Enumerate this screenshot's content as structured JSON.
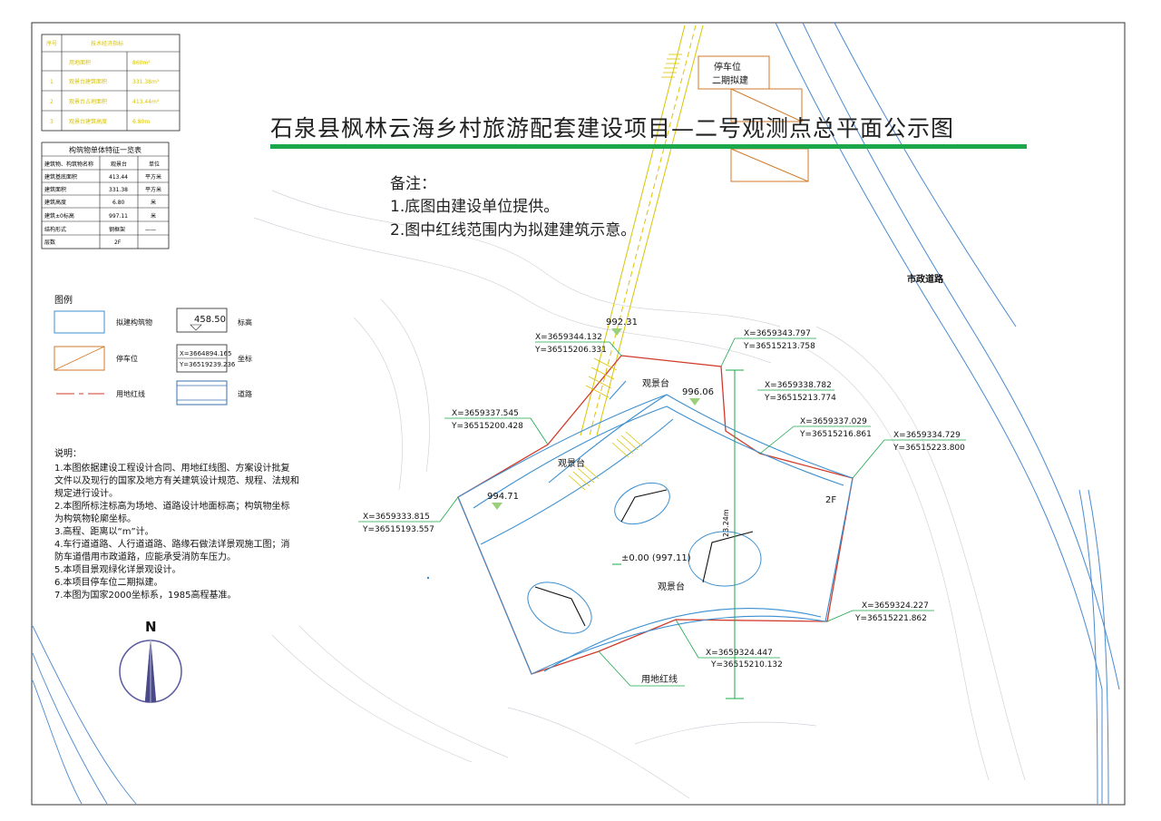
{
  "title": "石泉县枫林云海乡村旅游配套建设项目—二号观测点总平面公示图",
  "remarks": {
    "heading": "备注：",
    "items": [
      "1.底图由建设单位提供。",
      "2.图中红线范围内为拟建建筑示意。"
    ]
  },
  "tech_table": {
    "headers": [
      "序号",
      "技术经济指标"
    ],
    "rows": [
      [
        "",
        "用地面积",
        "860m²"
      ],
      [
        "1",
        "观景台建筑面积",
        "331.38m²"
      ],
      [
        "2",
        "观景台占地面积",
        "413.44m²"
      ],
      [
        "3",
        "观景台建筑高度",
        "6.80m"
      ]
    ]
  },
  "building_table": {
    "title": "构筑物单体特征一览表",
    "headers": [
      "建筑物、构筑物名称",
      "观景台",
      "单位"
    ],
    "rows": [
      [
        "建筑基底面积",
        "413.44",
        "平方米"
      ],
      [
        "建筑面积",
        "331.38",
        "平方米"
      ],
      [
        "建筑高度",
        "6.80",
        "米"
      ],
      [
        "建筑±0标高",
        "997.11",
        "米"
      ],
      [
        "结构形式",
        "钢框架",
        "——"
      ],
      [
        "层数",
        "2F",
        ""
      ]
    ]
  },
  "legend": {
    "title": "图例",
    "items": [
      {
        "label": "拟建构筑物"
      },
      {
        "label": "标高",
        "sample": "458.50"
      },
      {
        "label": "停车位"
      },
      {
        "label": "坐标",
        "sample_x": "X=3664894.165",
        "sample_y": "Y=36519239.236"
      },
      {
        "label": "用地红线"
      },
      {
        "label": "道路"
      }
    ]
  },
  "notes": {
    "heading": "说明：",
    "lines": [
      "1.本图依据建设工程设计合同、用地红线图、方案设计批复",
      "文件以及现行的国家及地方有关建筑设计规范、规程、法规和",
      "规定进行设计。",
      "2.本图所标注标高为场地、道路设计地面标高；构筑物坐标",
      "为构筑物轮廓坐标。",
      "3.高程、距离以“m”计。",
      "4.车行道道路、人行道道路、路缘石做法详景观施工图；消",
      "防车道借用市政道路，应能承受消防车压力。",
      "5.本项目景观绿化详景观设计。",
      "6.本项目停车位二期拟建。",
      "7.本图为国家2000坐标系，1985高程基准。"
    ]
  },
  "north": "N",
  "parking": {
    "line1": "停车位",
    "line2": "二期拟建"
  },
  "road_label": "市政道路",
  "plan": {
    "lookout_labels": [
      "观景台",
      "观景台",
      "观景台"
    ],
    "floor_tag": "2F",
    "zero_level": "±0.00 (997.11)",
    "dimension": "23.24m",
    "redline_label": "用地红线",
    "elevations": [
      "992.31",
      "996.06",
      "994.71"
    ],
    "coords": [
      {
        "x": "X=3659344.132",
        "y": "Y=36515206.331"
      },
      {
        "x": "X=3659343.797",
        "y": "Y=36515213.758"
      },
      {
        "x": "X=3659338.782",
        "y": "Y=36515213.774"
      },
      {
        "x": "X=3659337.029",
        "y": "Y=36515216.861"
      },
      {
        "x": "X=3659334.729",
        "y": "Y=36515223.800"
      },
      {
        "x": "X=3659337.545",
        "y": "Y=36515200.428"
      },
      {
        "x": "X=3659333.815",
        "y": "Y=36515193.557"
      },
      {
        "x": "X=3659324.227",
        "y": "Y=36515221.862"
      },
      {
        "x": "X=3659324.447",
        "y": "Y=36515210.132"
      }
    ]
  },
  "colors": {
    "redline": "#d23a2a",
    "building": "#3b8fd0",
    "title_bar": "#1aa84a",
    "yellow": "#d9c400",
    "parking": "#d07a2a"
  }
}
